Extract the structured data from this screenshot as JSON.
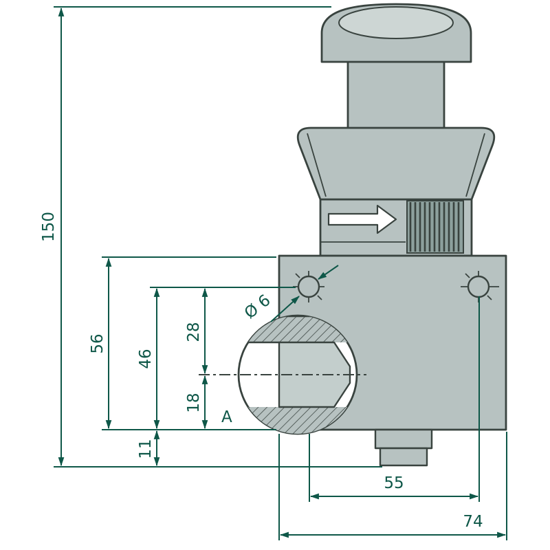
{
  "drawing": {
    "labels": {
      "dim_150": "150",
      "dim_56": "56",
      "dim_46": "46",
      "dim_28": "28",
      "dim_18": "18",
      "dim_11": "11",
      "dia_6": "Ø 6",
      "detail_a": "A",
      "dim_55": "55",
      "dim_74": "74"
    },
    "colors": {
      "dimension": "#0e5748",
      "part_fill": "#b7c2c1",
      "part_outline": "#39433f",
      "highlight_fill": "#cdd6d4",
      "rib_fill": "#8da09d",
      "cavity_fill": "#c3cecc",
      "background": "#ffffff"
    }
  }
}
